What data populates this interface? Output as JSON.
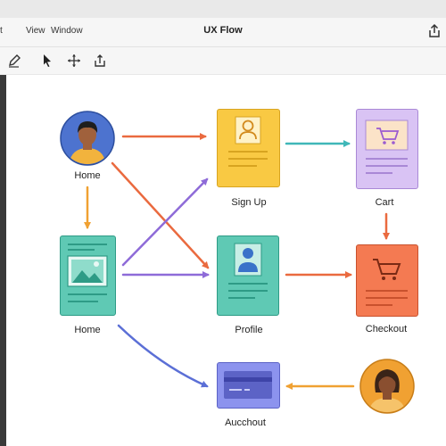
{
  "menu": {
    "partial_left": "t",
    "view": "View",
    "window": "Window"
  },
  "app": {
    "title": "UX Flow"
  },
  "toolbar": {
    "tools": [
      "pen-tool",
      "select-pointer",
      "move-tool",
      "export-tool"
    ]
  },
  "colors": {
    "orange_arrow": "#ea6a3f",
    "purple_arrow": "#8e6bd8",
    "teal_arrow": "#3fb7b8",
    "blue_arrow": "#5b6fd6",
    "signup_card": "#f9c943",
    "cart_card": "#d9c3f4",
    "checkout_card": "#f47a52",
    "home_card": "#5fc9b4",
    "profile_card": "#5fc9b4",
    "payment_card": "#8c93ee",
    "home_avatar_bg": "#4d73cf",
    "checkout_avatar_bg": "#f0a132"
  },
  "flow": {
    "home_avatar_label": "Home",
    "signup_label": "Sign Up",
    "cart_label": "Cart",
    "home_page_label": "Home",
    "profile_label": "Profile",
    "checkout_label": "Checkout",
    "payment_label": "Aucchout"
  }
}
